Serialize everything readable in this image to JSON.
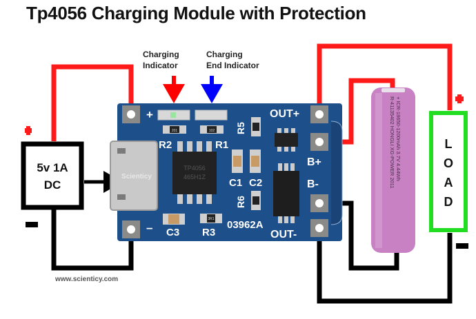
{
  "title": "Tp4056 Charging Module with Protection",
  "annotations": {
    "charging_indicator_line1": "Charging",
    "charging_indicator_line2": "Indicator",
    "charging_end_line1": "Charging",
    "charging_end_line2": "End Indicator"
  },
  "power_source": {
    "line1": "5v 1A",
    "line2": "DC",
    "plus": "+",
    "minus": "-"
  },
  "pcb": {
    "plus": "+",
    "minus": "–",
    "r1": "R1",
    "r2": "R2",
    "r3": "R3",
    "r5": "R5",
    "r6": "R6",
    "c1": "C1",
    "c2": "C2",
    "c3": "C3",
    "out_plus": "OUT+",
    "out_minus": "OUT-",
    "b_plus": "B+",
    "b_minus": "B-",
    "board_code": "03962A",
    "chip_line1": "TP4056",
    "chip_line2": "465H1Z",
    "usb_watermark": "Scienticy",
    "res_code_r2": "201",
    "res_code_r1": "102",
    "res_code_r3": "3R1"
  },
  "battery": {
    "line1": "+ ICR-18650-1200mAh  3.7V  4.44Wh",
    "line2": "R-41135402 HONGLI XG-POWER 2011"
  },
  "load": {
    "letters": [
      "L",
      "O",
      "A",
      "D"
    ],
    "plus": "+",
    "minus": "-"
  },
  "watermark": "www.scienticy.com",
  "colors": {
    "wire_positive": "#ff1a1a",
    "wire_negative": "#000000",
    "pcb_blue": "#1d4f8a",
    "charging_arrow": "#ff0000",
    "end_arrow": "#0000ff",
    "load_border": "#22dd22",
    "battery": "#c882c4"
  }
}
